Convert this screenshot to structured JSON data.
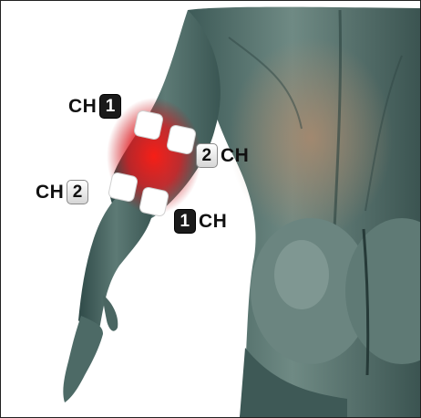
{
  "figure": {
    "accent_color": "#e8161a",
    "skin_color": "#4f6e6a",
    "pad_color": "#ffffff"
  },
  "labels": [
    {
      "text": "CH",
      "number": "1",
      "badge_style": "dark",
      "order": "text-first"
    },
    {
      "text": "CH",
      "number": "2",
      "badge_style": "light",
      "order": "badge-first"
    },
    {
      "text": "CH",
      "number": "2",
      "badge_style": "light",
      "order": "text-first"
    },
    {
      "text": "CH",
      "number": "1",
      "badge_style": "dark",
      "order": "badge-first"
    }
  ]
}
